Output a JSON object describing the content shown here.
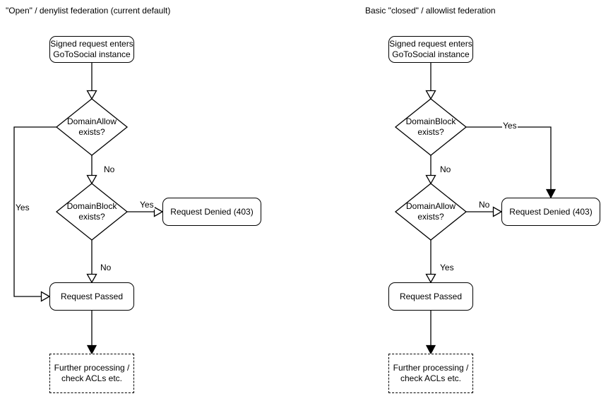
{
  "colors": {
    "stroke": "#000000",
    "node_fill": "#ffffff",
    "text": "#000000",
    "background": "#ffffff"
  },
  "diagrams": {
    "left": {
      "title": "\"Open\" / denylist federation (current default)",
      "nodes": {
        "start": "Signed request enters\nGoToSocial instance",
        "decision_allow": "DomainAllow\nexists?",
        "decision_block": "DomainBlock\nexists?",
        "denied": "Request Denied (403)",
        "passed": "Request Passed",
        "further": "Further processing /\ncheck ACLs etc."
      },
      "labels": {
        "allow_yes": "Yes",
        "allow_no": "No",
        "block_yes": "Yes",
        "block_no": "No"
      }
    },
    "right": {
      "title": "Basic \"closed\" / allowlist federation",
      "nodes": {
        "start": "Signed request enters\nGoToSocial instance",
        "decision_block": "DomainBlock\nexists?",
        "decision_allow": "DomainAllow\nexists?",
        "denied": "Request Denied (403)",
        "passed": "Request Passed",
        "further": "Further processing /\ncheck ACLs etc."
      },
      "labels": {
        "block_yes": "Yes",
        "block_no": "No",
        "allow_no": "No",
        "allow_yes": "Yes"
      }
    }
  }
}
